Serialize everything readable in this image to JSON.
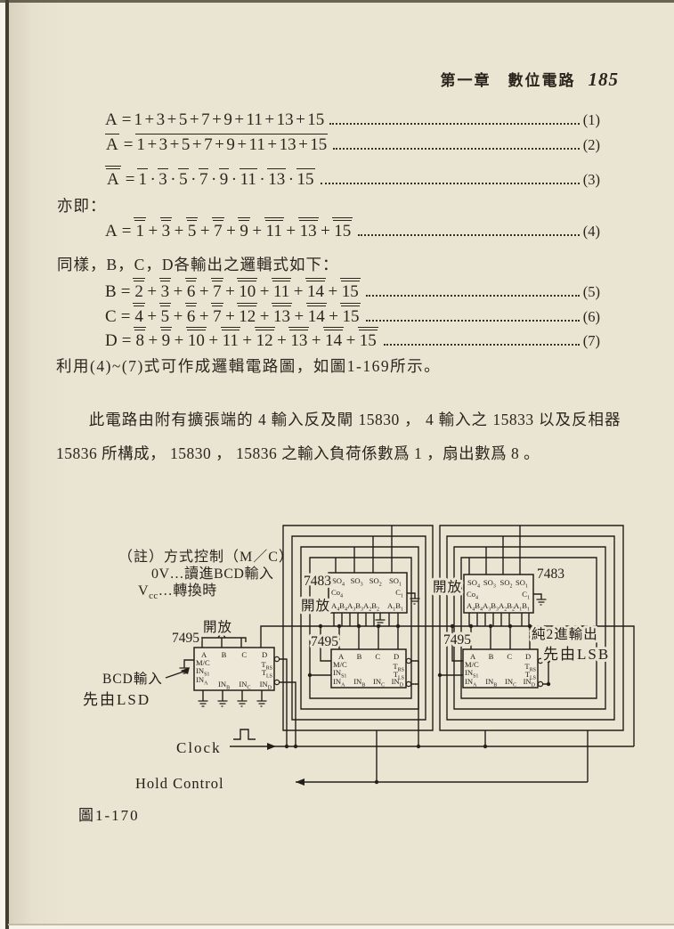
{
  "header": {
    "chapter": "第一章",
    "section": "數位電路",
    "page_number": "185"
  },
  "labels": {
    "also": "亦即：",
    "similarly": "同樣，B，C，D各輸出之邏輯式如下："
  },
  "equations": [
    {
      "num": "(1)",
      "lhs": "A",
      "lhs_bars": 0,
      "sep": "+",
      "term_bars": 0,
      "whole_bar": false,
      "terms": [
        "1",
        "3",
        "5",
        "7",
        "9",
        "11",
        "13",
        "15"
      ]
    },
    {
      "num": "(2)",
      "lhs": "A",
      "lhs_bars": 1,
      "sep": "+",
      "term_bars": 0,
      "whole_bar": true,
      "terms": [
        "1",
        "3",
        "5",
        "7",
        "9",
        "11",
        "13",
        "15"
      ]
    },
    {
      "num": "(3)",
      "lhs": "A",
      "lhs_bars": 2,
      "sep": "·",
      "term_bars": 1,
      "whole_bar": false,
      "terms": [
        "1",
        "3",
        "5",
        "7",
        "9",
        "11",
        "13",
        "15"
      ]
    },
    {
      "num": "(4)",
      "lhs": "A",
      "lhs_bars": 0,
      "sep": "+",
      "term_bars": 2,
      "whole_bar": false,
      "terms": [
        "1",
        "3",
        "5",
        "7",
        "9",
        "11",
        "13",
        "15"
      ]
    },
    {
      "num": "(5)",
      "lhs": "B",
      "lhs_bars": 0,
      "sep": "+",
      "term_bars": 2,
      "whole_bar": false,
      "terms": [
        "2",
        "3",
        "6",
        "7",
        "10",
        "11",
        "14",
        "15"
      ]
    },
    {
      "num": "(6)",
      "lhs": "C",
      "lhs_bars": 0,
      "sep": "+",
      "term_bars": 2,
      "whole_bar": false,
      "terms": [
        "4",
        "5",
        "6",
        "7",
        "12",
        "13",
        "14",
        "15"
      ]
    },
    {
      "num": "(7)",
      "lhs": "D",
      "lhs_bars": 0,
      "sep": "+",
      "term_bars": 2,
      "whole_bar": false,
      "terms": [
        "8",
        "9",
        "10",
        "11",
        "12",
        "13",
        "14",
        "15"
      ]
    }
  ],
  "paragraphs": {
    "p1": "利用(4)~(7)式可作成邏輯電路圖，如圖1-169所示。",
    "p2": "此電路由附有擴張端的 4 輸入反及閘 15830 ， 4 輸入之 15833 以及反相器 15836 所構成， 15830 ， 15836 之輸入負荷係數爲 1 ，扇出數爲 8 。"
  },
  "figure": {
    "caption": "圖1-170",
    "note": {
      "l1": "（註）方式控制（M／C）",
      "l2": "0V…讀進BCD輸入",
      "l3": "V_{cc}…轉換時"
    },
    "labels": {
      "chip7483": "7483",
      "chip7495": "7495",
      "open": "開放",
      "bcd_in1": "BCD輸入",
      "bcd_in2": "先由LSD",
      "bin_out1": "純2進輸出",
      "bin_out2": "先由LSB",
      "clock": "Clock",
      "hold": "Hold Control"
    },
    "chips": {
      "c7483": {
        "label": "7483",
        "pins_top": [
          "SO_{4}",
          "SO_{3}",
          "SO_{2}",
          "SO_{1}"
        ],
        "pin_left": "Co_{4}",
        "pin_right": "C_{1}",
        "pins_bottom_left": "A_{4}B_{4}A_{3}B_{3}A_{2}B_{2}",
        "pins_bottom_right": "A_{1}B_{1}"
      },
      "c7495": {
        "label": "7495",
        "pins_top": [
          "A",
          "B",
          "C",
          "D"
        ],
        "pins_left": [
          "M/C",
          "IN_{S1}",
          "IN_{A}"
        ],
        "pins_bottom": [
          "IN_{B}",
          "IN_{C}",
          "IN_{D}"
        ],
        "pins_right": [
          "T_{RS}",
          "T_{LS}"
        ]
      }
    }
  }
}
